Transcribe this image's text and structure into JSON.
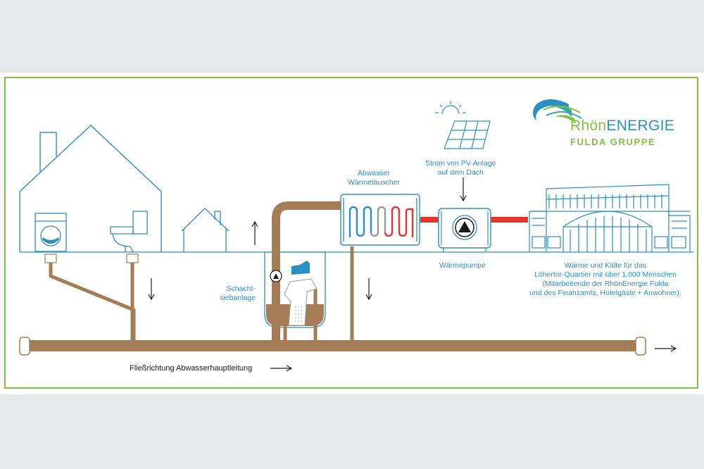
{
  "labels": {
    "heat_exchanger_1": "Abwasser",
    "heat_exchanger_2": "Wärmetauscher",
    "pv_1": "Strom von PV-Anlage",
    "pv_2": "auf dem Dach",
    "sieve_1": "Schacht-",
    "sieve_2": "siebanlage",
    "heat_pump": "Wärmepumpe",
    "building_1": "Wärme und Kälte für das",
    "building_2": "Löhertor-Quartier mit über 1.000 Menschen",
    "building_3": "(Mitarbeitende der RhönEnergie Fulda",
    "building_4": "und des Finanzamts, Hotelgäste + Anwohner).",
    "flow_direction": "Fließrichtung Abwasserhauptleitung"
  },
  "logo": {
    "name_part1": "Rhön",
    "name_part2": "ENERGIE",
    "subtitle": "FULDA GRUPPE"
  },
  "colors": {
    "outline_blue": "#2a8fc3",
    "pipe_brown": "#a47c55",
    "hot_red": "#e8322b",
    "cold_grey": "#9b9b9b",
    "frame_green": "#7fc242",
    "background_grey": "#e6e7e9"
  },
  "icons": [
    "house-icon",
    "washing-machine-icon",
    "toilet-icon",
    "sun-icon",
    "solar-panel-icon",
    "heat-pump-icon",
    "office-building-icon",
    "logo-waves-icon",
    "arrow-icon"
  ]
}
